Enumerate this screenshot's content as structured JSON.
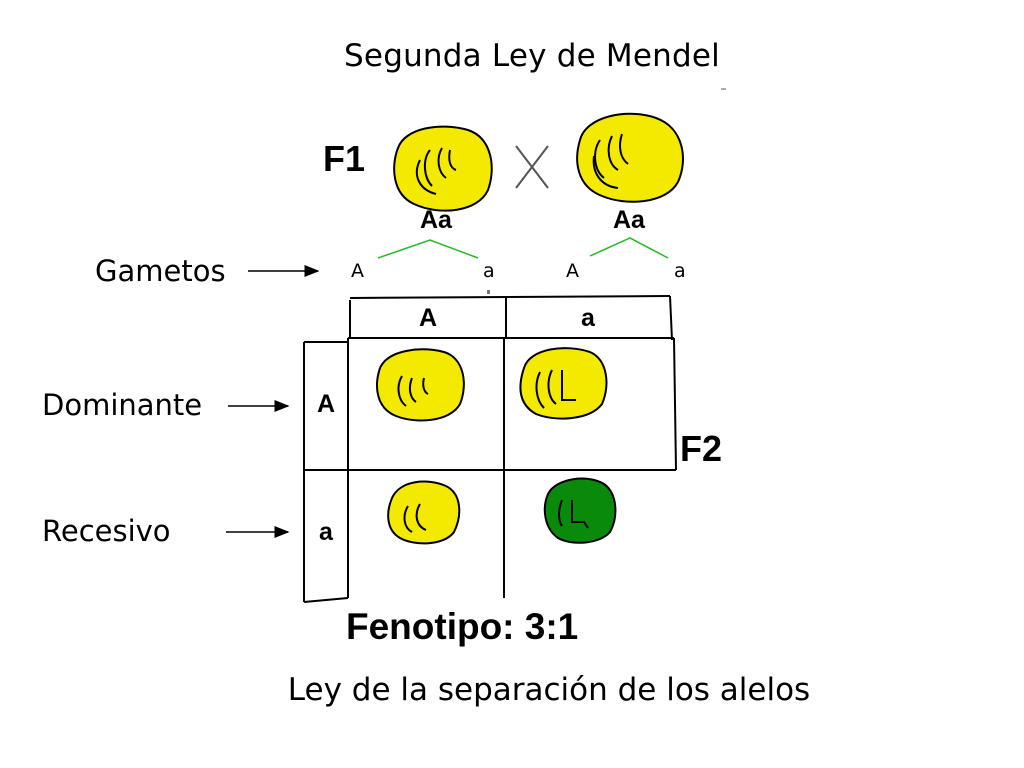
{
  "title": "Segunda Ley de Mendel",
  "caption": "Ley de la separación de los alelos",
  "f1": {
    "label": "F1",
    "cross_symbol": "X",
    "parent_left_genotype": "Aa",
    "parent_right_genotype": "Aa"
  },
  "gametes": {
    "label": "Gametos",
    "values": [
      "A",
      "a",
      "A",
      "a"
    ]
  },
  "punnett": {
    "column_headers": [
      "A",
      "a"
    ],
    "row_headers": [
      "A",
      "a"
    ],
    "cells": [
      {
        "seed": "yellow-seed-icon"
      },
      {
        "seed": "yellow-seed-icon"
      },
      {
        "seed": "yellow-seed-icon"
      },
      {
        "seed": "green-seed-icon"
      }
    ]
  },
  "row_labels": {
    "dominant": "Dominante",
    "recessive": "Recesivo"
  },
  "f2": {
    "label": "F2"
  },
  "phenotype_ratio": "Fenotipo: 3:1",
  "colors": {
    "yellow_seed": "#f4ea00",
    "green_seed": "#0a8a0a",
    "branch_line": "#22bb22"
  }
}
